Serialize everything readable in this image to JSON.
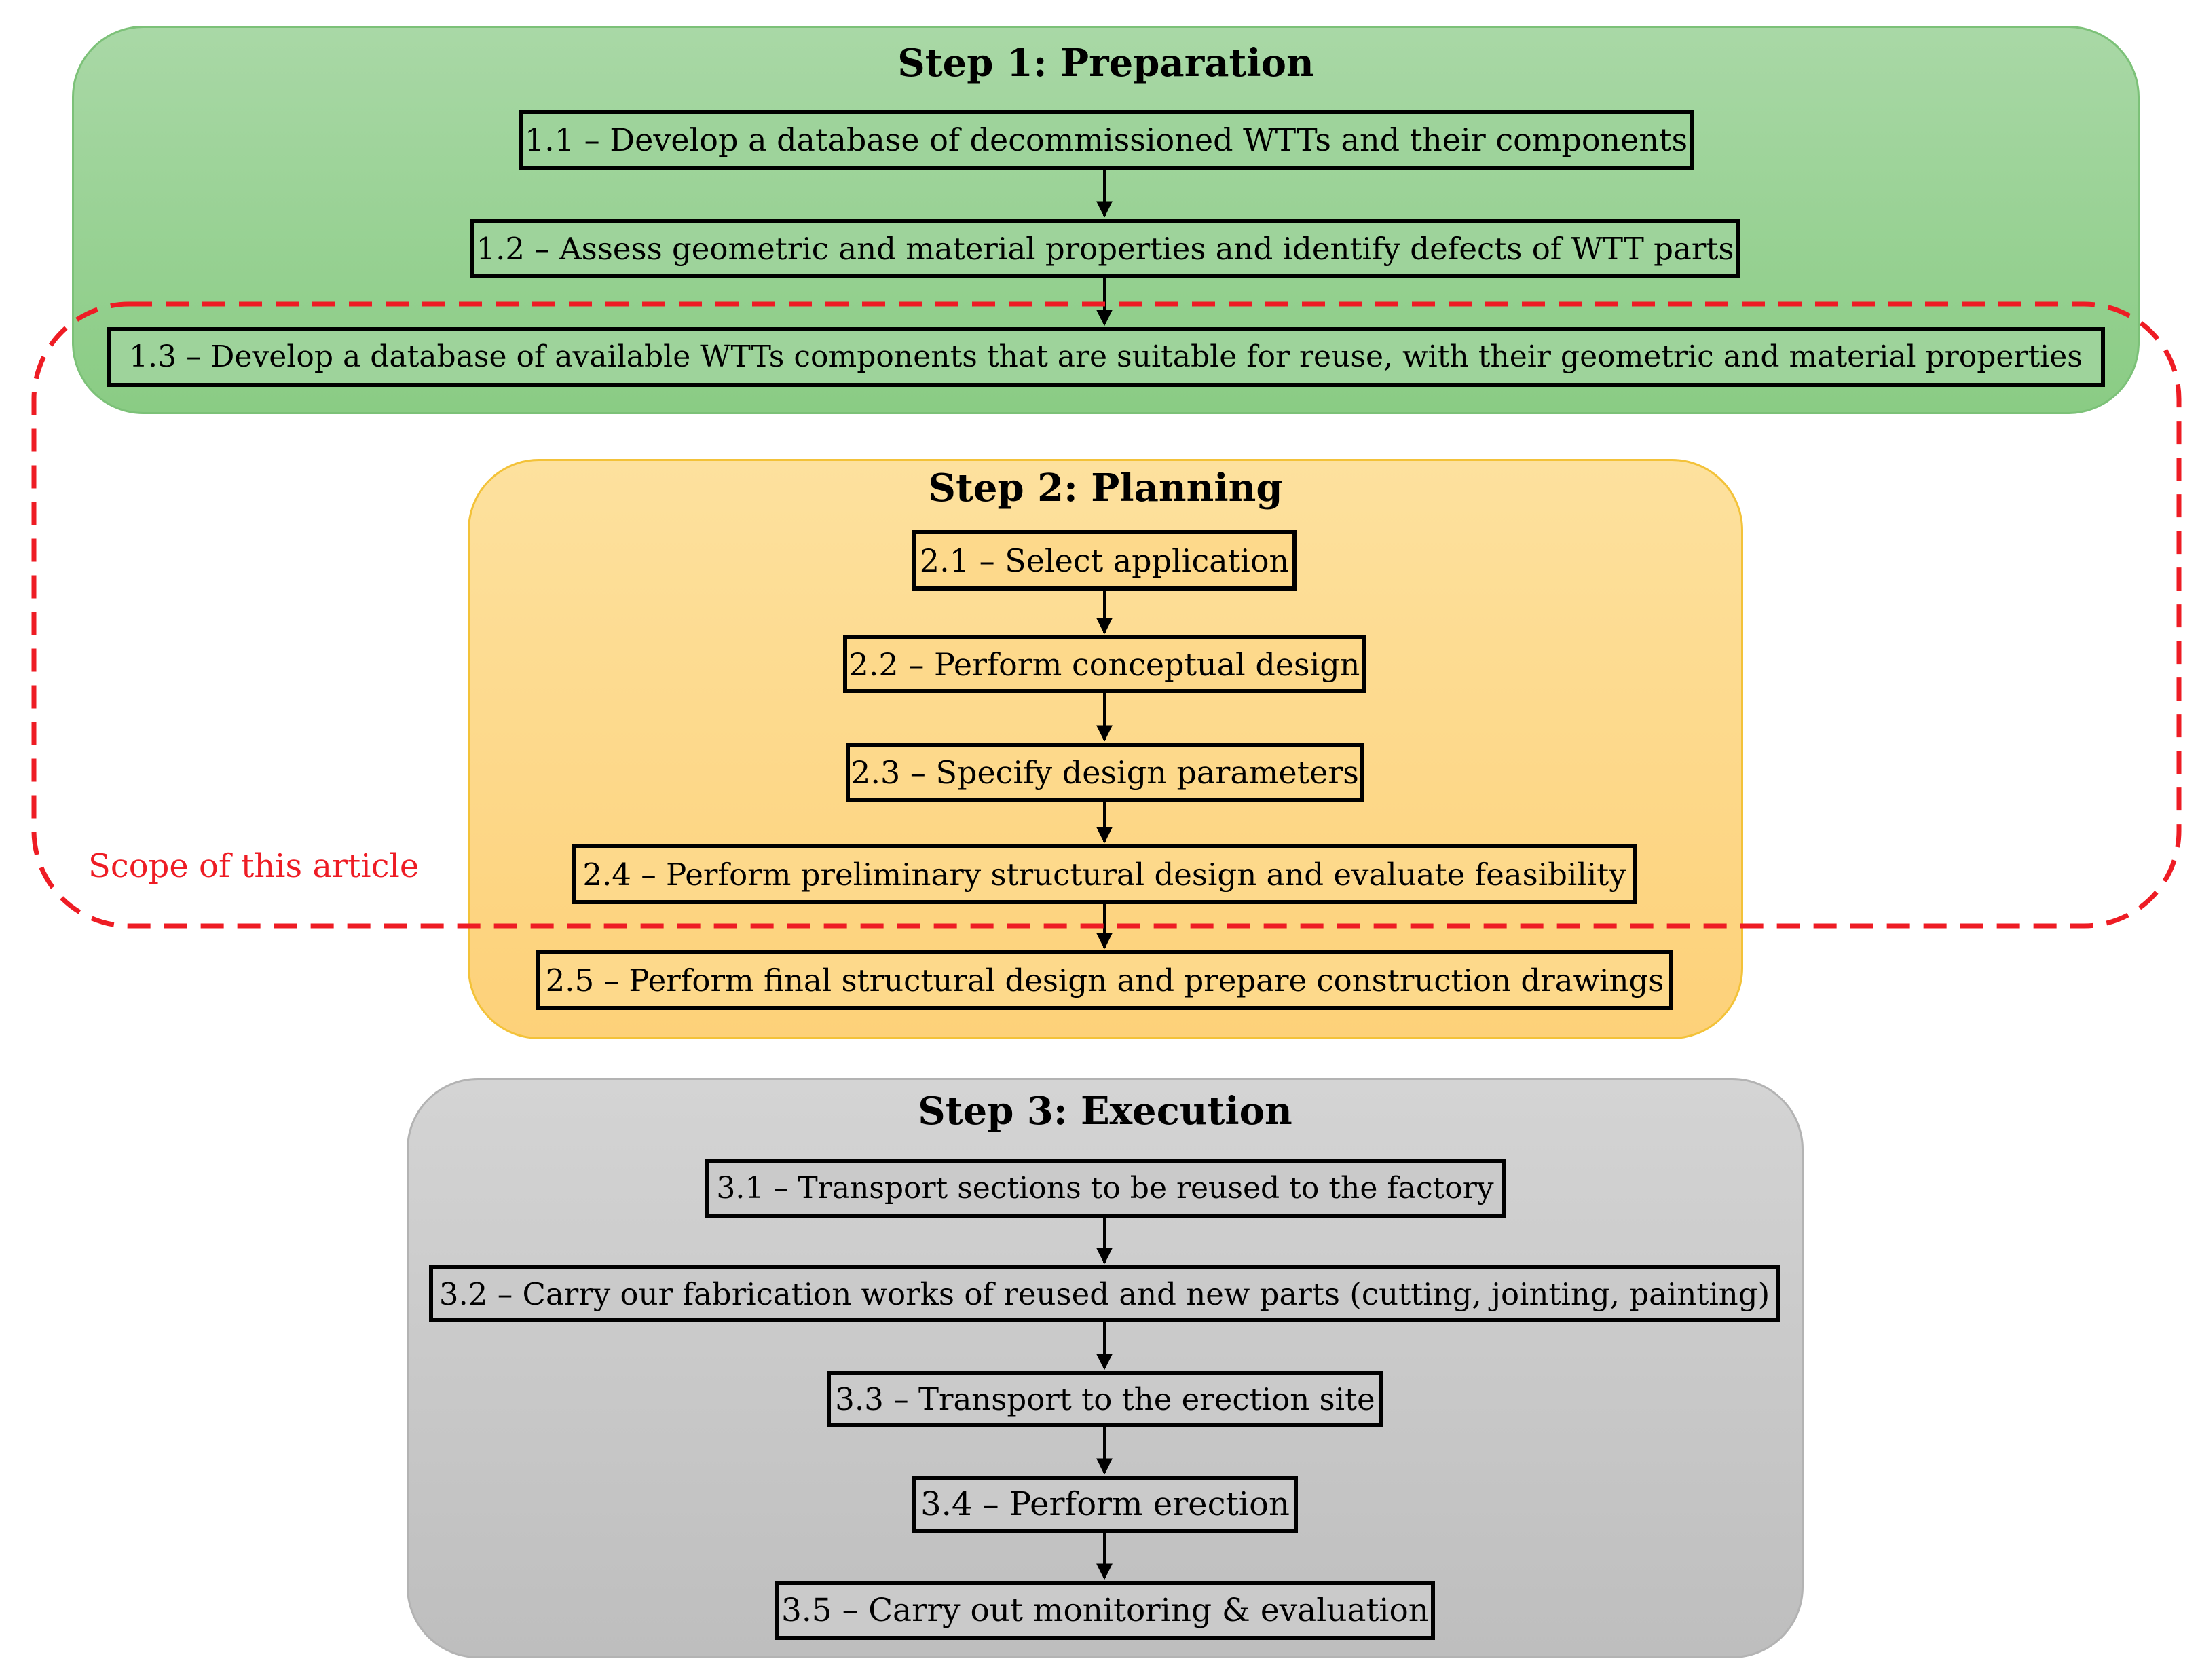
{
  "steps": [
    {
      "title": "Step 1: Preparation",
      "tasks": [
        "1.1 – Develop a database of decommissioned WTTs and their components",
        "1.2 – Assess geometric and material properties and identify defects of WTT parts",
        "1.3 – Develop a database of available WTTs components that are suitable for reuse, with their geometric and material properties"
      ]
    },
    {
      "title": "Step 2: Planning",
      "tasks": [
        "2.1 – Select application",
        "2.2 – Perform conceptual design",
        "2.3 – Specify design parameters",
        "2.4 – Perform preliminary structural design and evaluate feasibility",
        "2.5 – Perform final structural design and prepare construction drawings"
      ]
    },
    {
      "title": "Step 3: Execution",
      "tasks": [
        "3.1 – Transport sections to be reused to the factory",
        "3.2 – Carry our fabrication works of reused and new parts (cutting, jointing, painting)",
        "3.3 – Transport to the erection site",
        "3.4 – Perform erection",
        "3.5 –  Carry out monitoring & evaluation"
      ]
    }
  ],
  "scope": {
    "label": "Scope of this article"
  },
  "colors": {
    "step1_fill": "#9ed39b",
    "step2_fill": "#fdd98b",
    "step3_fill": "#cacaca",
    "scope_line": "#ee1c24",
    "box_border": "#000000"
  }
}
